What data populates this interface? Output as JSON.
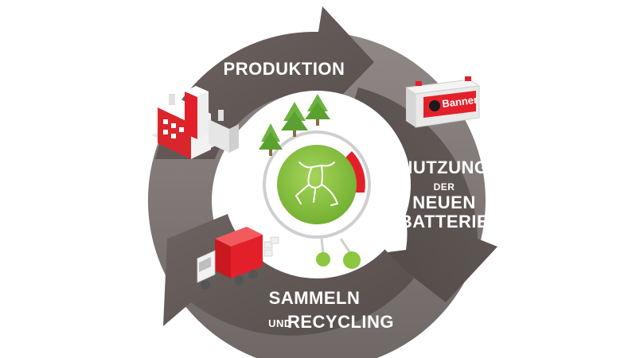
{
  "stages": {
    "production": {
      "label": "PRODUKTION"
    },
    "usage": {
      "line1": "NUTZUNG",
      "line2": "DER",
      "line3": "NEUEN",
      "line4": "BATTERIE"
    },
    "recycling": {
      "line1": "SAMMELN",
      "line2": "UND",
      "line3": "RECYCLING"
    }
  },
  "battery": {
    "brand": "Banner"
  },
  "colors": {
    "arrow_dark": "#615856",
    "arrow_light": "#8a8381",
    "accent_red": "#e3202a",
    "center_green": "#8dc63f",
    "tree_green": "#6cb33f",
    "ring_grey": "#d9d9d9"
  },
  "icons": [
    "factory-icon",
    "battery-icon",
    "truck-icon",
    "trees-icon",
    "bull-logo-icon",
    "gear-dots-icon"
  ]
}
